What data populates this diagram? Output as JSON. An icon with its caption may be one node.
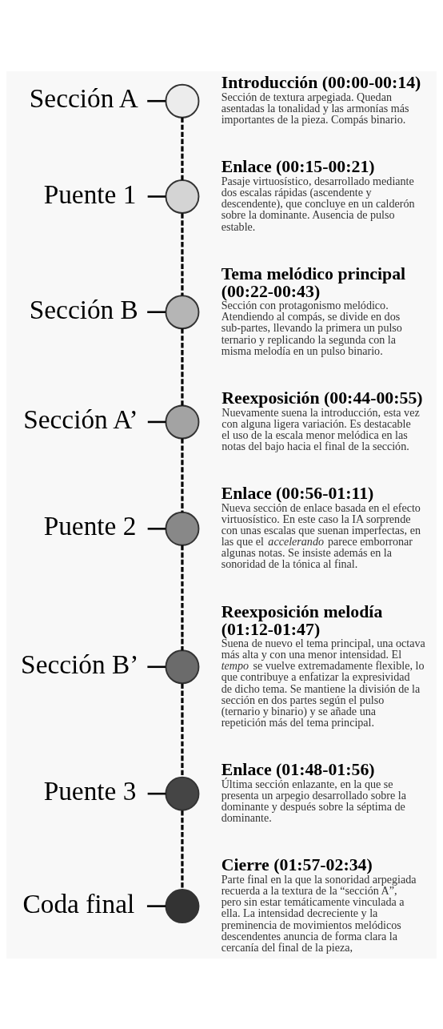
{
  "diagram": {
    "nodes": [
      {
        "text": [
          "Sección A"
        ]
      },
      {
        "text": [],
        "shape": "circle",
        "beside": [
          "Introducción  (00:00-00:14)",
          "Sección de textura arpegiada. Quedan asentadas la tonalidad y las armonías más importantes de la pieza. Compás binario."
        ]
      },
      {
        "text": [
          "Puente 1"
        ]
      },
      {
        "text": [],
        "shape": "circle",
        "beside": [
          "Enlace (00:15-00:21)",
          "Pasaje virtuosístico, desarrollado mediante dos escalas rápidas (ascendente y descendente), que concluye en un calderón sobre la dominante. Ausencia de pulso estable."
        ]
      },
      {
        "text": [
          "Sección B"
        ]
      },
      {
        "text": [],
        "shape": "circle",
        "beside": [
          "Tema melódico principal (00:22-00:43)",
          "Sección con protagonismo melódico. Atendiendo al compás, se divide en dos sub-partes, llevando la primera un pulso ternario y replicando la segunda con la misma melodía en un pulso binario."
        ]
      },
      {
        "text": [
          "Sección A’"
        ]
      },
      {
        "text": [],
        "shape": "circle",
        "beside": [
          "Reexposición (00:44-00:55)",
          "Nuevamente suena la introducción, esta vez con alguna ligera variación. Es destacable el uso de la escala menor melódica en las notas del bajo hacia el final de la sección."
        ]
      },
      {
        "text": [
          "Puente 2"
        ]
      },
      {
        "text": [],
        "shape": "circle",
        "beside": [
          "Enlace (00:56-01:11)",
          "Nueva sección de enlace basada en el efecto virtuosístico. En este caso la IA sorprende con unas escalas que suenan imperfectas, en las que el *accelerando* parece emborronar algunas notas. Se insiste además en la sonoridad de la tónica al final."
        ]
      },
      {
        "text": [
          "Sección B’"
        ]
      },
      {
        "text": [],
        "shape": "circle",
        "beside": [
          "Reexposición melodía (01:12-01:47)",
          "Suena de nuevo el tema principal, una octava más alta y con una menor intensidad. El *tempo* se vuelve extremadamente flexible, lo que contribuye a enfatizar la expresividad de dicho tema. Se mantiene la división de la sección en dos partes según el pulso (ternario y binario) y se añade una repetición más del tema principal."
        ]
      },
      {
        "text": [
          "Puente 3"
        ]
      },
      {
        "text": [],
        "shape": "circle",
        "beside": [
          "Enlace (01:48-01:56)",
          "Última sección enlazante, en la que se presenta un arpegio desarrollado sobre la dominante y después sobre la séptima de dominante."
        ]
      },
      {
        "text": [
          "Coda final"
        ]
      },
      {
        "text": [],
        "shape": "circle",
        "beside": [
          "Cierre (01:57-02:34)",
          "Parte final en la que la sonoridad arpegiada recuerda a la textura de la “sección A”, pero sin estar temáticamente vinculada a ella. La intensidad decreciente y la preminencia de movimientos melódicos descendentes anuncia de forma clara la cercanía del final de la pieza,"
        ]
      }
    ],
    "edges": [
      {
        "from": 0,
        "to": 1,
        "arrow": "none"
      },
      {
        "from": 2,
        "to": 3,
        "arrow": "none"
      },
      {
        "from": 4,
        "to": 5,
        "arrow": "none"
      },
      {
        "from": 6,
        "to": 7,
        "arrow": "none"
      },
      {
        "from": 8,
        "to": 9,
        "arrow": "none"
      },
      {
        "from": 10,
        "to": 11,
        "arrow": "none"
      },
      {
        "from": 12,
        "to": 13,
        "arrow": "none"
      },
      {
        "from": 14,
        "to": 15,
        "arrow": "none"
      },
      {
        "from": 1,
        "to": 3,
        "arrow": "none",
        "style": "dashed"
      },
      {
        "from": 3,
        "to": 5,
        "arrow": "none",
        "style": "dashed"
      },
      {
        "from": 5,
        "to": 7,
        "arrow": "none",
        "style": "dashed"
      },
      {
        "from": 7,
        "to": 9,
        "arrow": "none",
        "style": "dashed"
      },
      {
        "from": 9,
        "to": 11,
        "arrow": "none",
        "style": "dashed"
      },
      {
        "from": 11,
        "to": 13,
        "arrow": "none",
        "style": "dashed"
      },
      {
        "from": 13,
        "to": 15,
        "arrow": "none",
        "style": "dashed"
      }
    ]
  }
}
